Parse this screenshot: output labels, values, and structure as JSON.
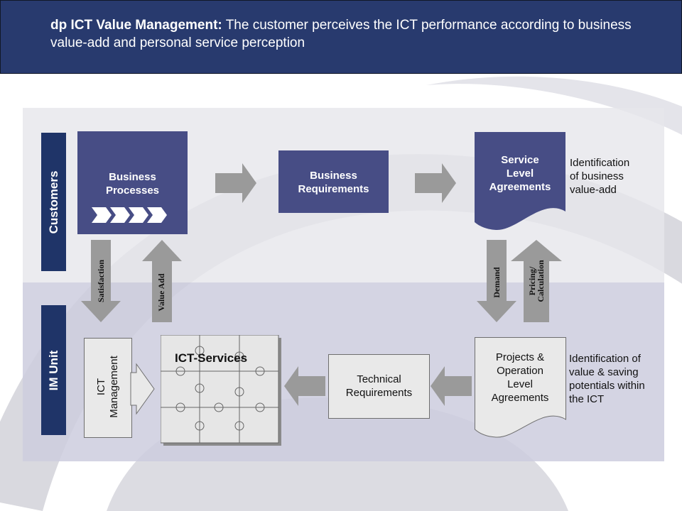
{
  "header": {
    "title_bold": "dp ICT Value Management:",
    "title_rest": " The customer perceives the ICT performance according to business value-add and personal service perception"
  },
  "bands": {
    "customers": "Customers",
    "im_unit": "IM Unit"
  },
  "boxes": {
    "business_processes": [
      "Business",
      "Processes"
    ],
    "business_requirements": [
      "Business",
      "Requirements"
    ],
    "service_level_agreements": [
      "Service",
      "Level",
      "Agreements"
    ],
    "ict_management": [
      "ICT",
      "Management"
    ],
    "ict_services": "ICT-Services",
    "technical_requirements": [
      "Technical",
      "Requirements"
    ],
    "projects_ola": [
      "Projects &",
      "Operation",
      "Level",
      "Agreements"
    ]
  },
  "arrows": {
    "satisfaction": "Satisfaction",
    "value_add": "Value Add",
    "demand": "Demand",
    "pricing": [
      "Pricing/",
      "Calculation"
    ]
  },
  "notes": {
    "business_value": [
      "Identification",
      "of business",
      "value-add"
    ],
    "value_saving": [
      "Identification of",
      "value & saving",
      "potentials within",
      "the ICT"
    ]
  },
  "colors": {
    "header_bg": "#283a6e",
    "band_bg": "#1f3468",
    "box_dark": "#474d85",
    "arrow_gray": "#9a9a9a"
  }
}
